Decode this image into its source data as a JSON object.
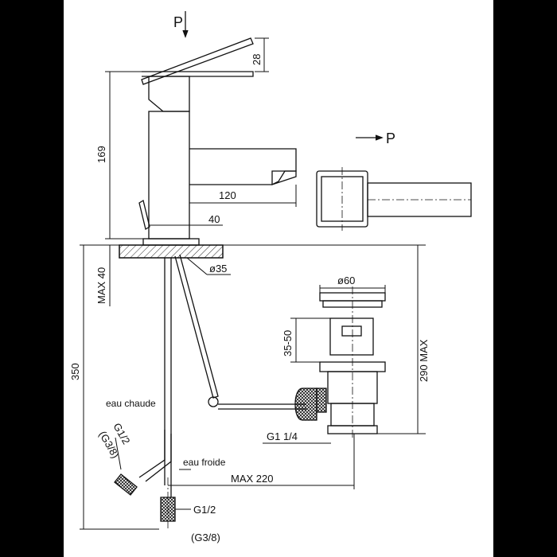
{
  "views": {
    "pressure_arrow_top": "P",
    "pressure_arrow_side": "P"
  },
  "dimensions": {
    "lever_height": "28",
    "body_height": "169",
    "spout_reach": "120",
    "body_width": "40",
    "mount_thickness": "MAX 40",
    "hole_diameter": "ø35",
    "total_depth": "350",
    "waste_diameter": "ø60",
    "waste_range": "35-50",
    "waste_max": "290 MAX",
    "waste_thread": "G1 1/4",
    "hose_max": "MAX 220"
  },
  "connections": {
    "hot_label": "eau chaude",
    "hot_thread": "G1/2",
    "hot_thread_alt": "(G3/8)",
    "cold_label": "eau froide",
    "cold_thread": "G1/2",
    "cold_thread_alt": "(G3/8)"
  },
  "colors": {
    "background": "#000000",
    "sheet": "#ffffff",
    "line": "#111111",
    "hatch": "#333333"
  }
}
